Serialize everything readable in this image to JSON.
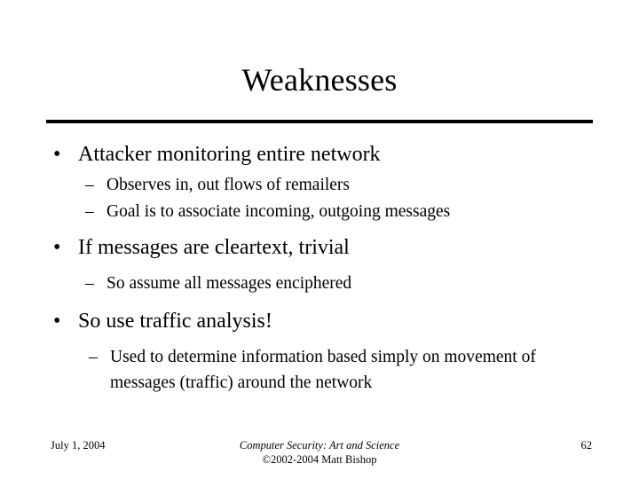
{
  "slide": {
    "title": "Weaknesses",
    "bullet_marker": "•",
    "sub_marker": "–",
    "content": [
      {
        "level": 1,
        "text": "Attacker monitoring entire network"
      },
      {
        "level": 2,
        "text": "Observes in, out flows of remailers"
      },
      {
        "level": 2,
        "text": "Goal is to associate incoming, outgoing messages"
      },
      {
        "level": 1,
        "text": "If messages are cleartext, trivial"
      },
      {
        "level": 2,
        "text": "So assume all messages enciphered"
      },
      {
        "level": 1,
        "text": "So use traffic analysis!"
      },
      {
        "level": 2,
        "text": "Used to determine information based simply on movement of messages (traffic) around the network"
      }
    ]
  },
  "footer": {
    "date": "July 1, 2004",
    "center_line1": "Computer Security: Art and Science",
    "center_line2": "©2002-2004 Matt Bishop",
    "page_number": "62"
  },
  "colors": {
    "background": "#ffffff",
    "text": "#000000",
    "rule": "#000000"
  }
}
